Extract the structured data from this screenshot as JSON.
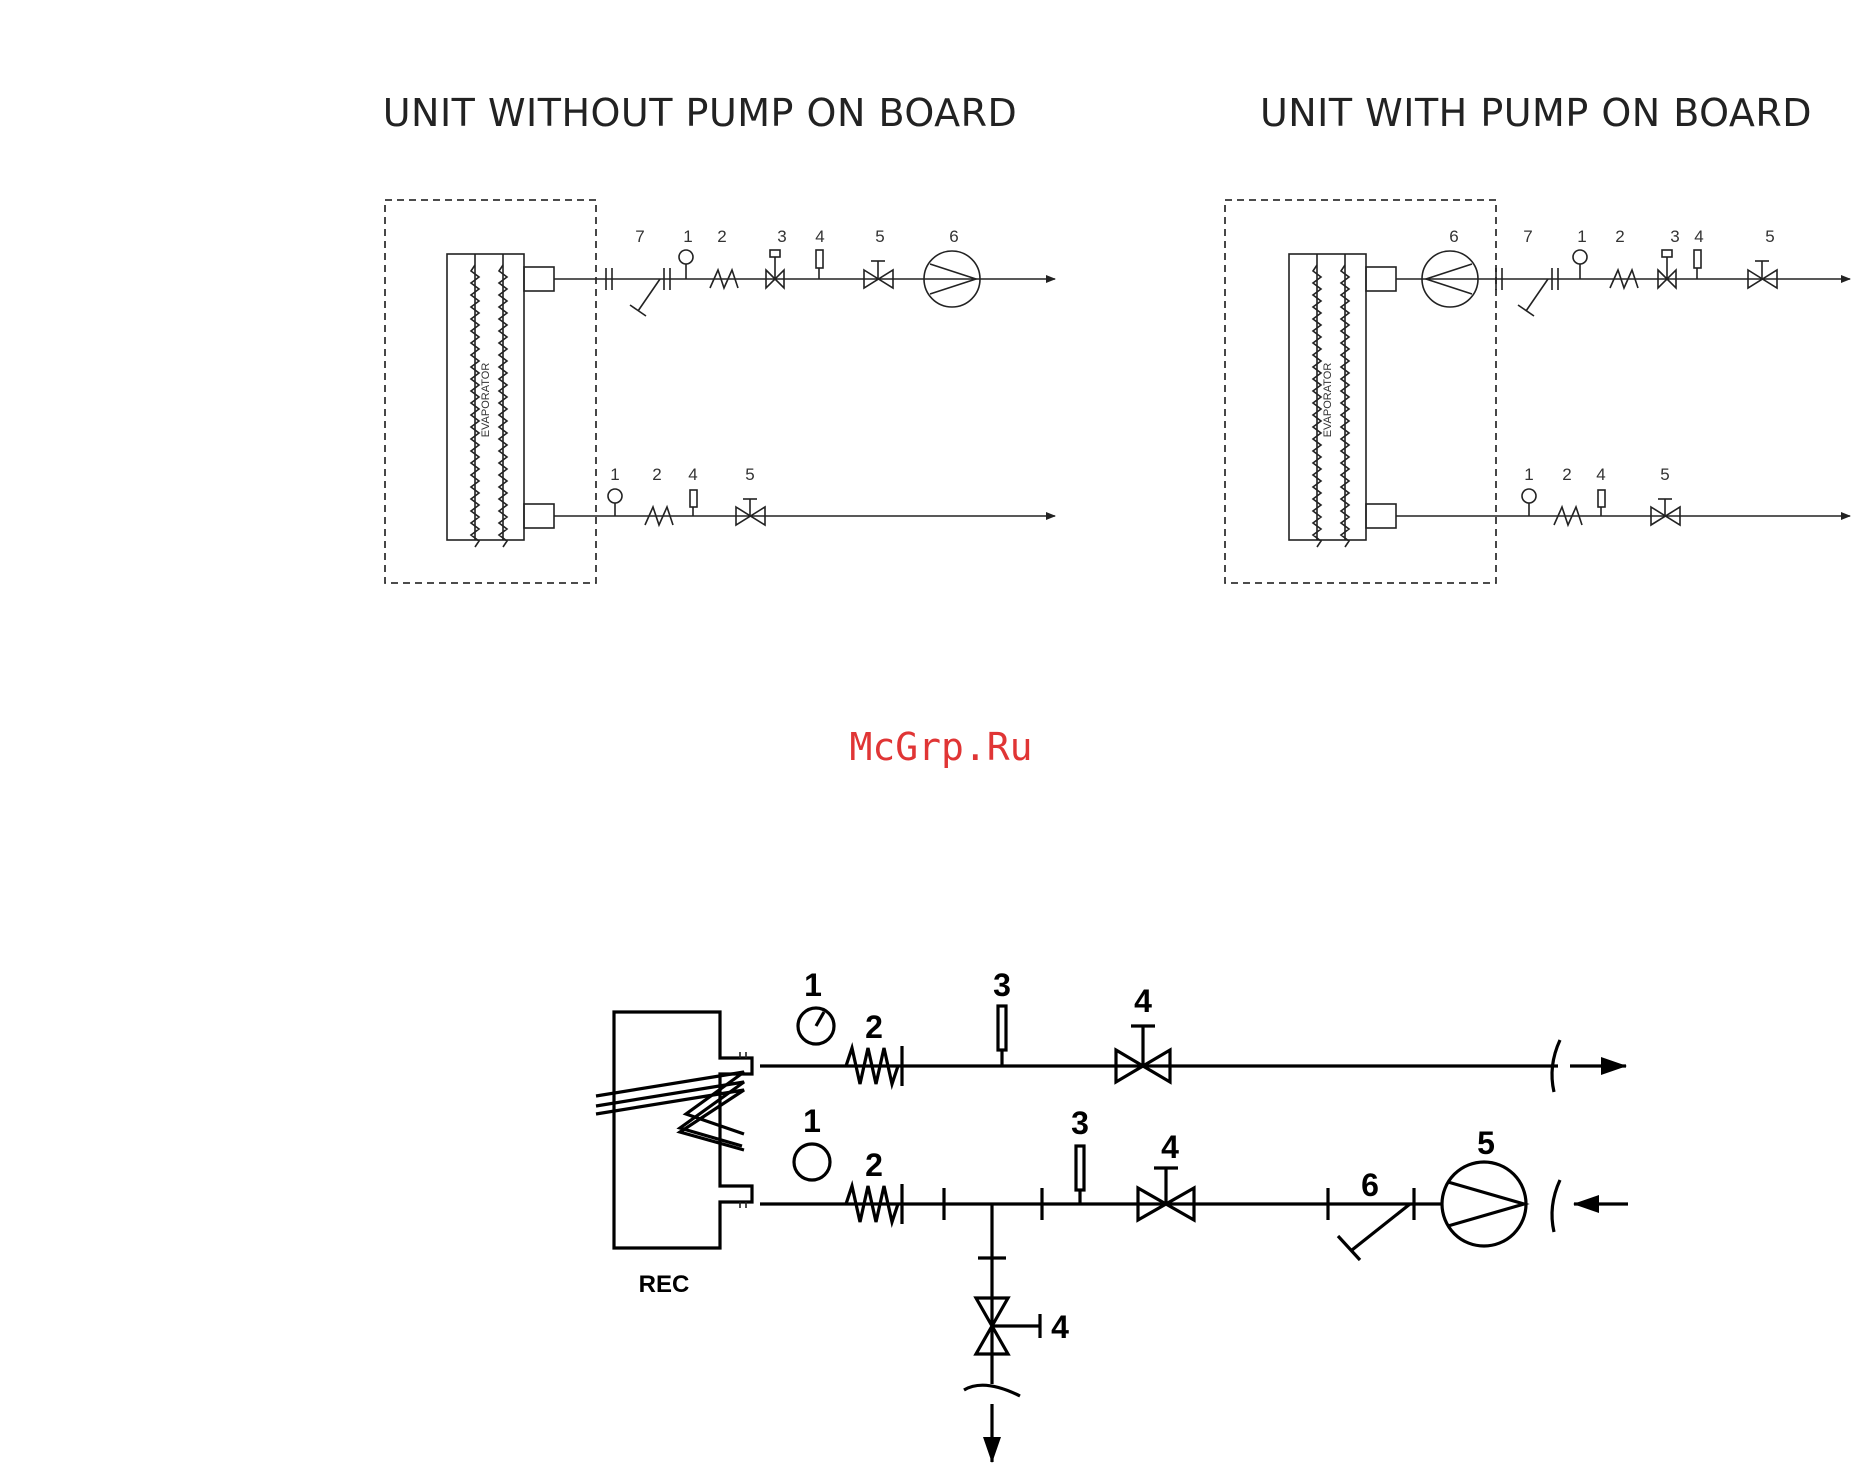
{
  "titles": {
    "without_pump": "UNIT WITHOUT PUMP ON BOARD",
    "with_pump": "UNIT WITH PUMP ON BOARD"
  },
  "evaporator_label": "EVAPORATOR",
  "watermark": "McGrp.Ru",
  "rec_label": "REC",
  "diagram_a": {
    "top_numbers": [
      "7",
      "1",
      "2",
      "3",
      "4",
      "5",
      "6"
    ],
    "bottom_numbers": [
      "1",
      "2",
      "4",
      "5"
    ]
  },
  "diagram_b": {
    "top_numbers": [
      "6",
      "7",
      "1",
      "2",
      "3",
      "4",
      "5"
    ],
    "bottom_numbers": [
      "1",
      "2",
      "4",
      "5"
    ]
  },
  "diagram_c": {
    "top_numbers": [
      "1",
      "2",
      "3",
      "4"
    ],
    "bottom_numbers": [
      "1",
      "2",
      "3",
      "4",
      "5",
      "6"
    ],
    "drain_number": "4"
  }
}
